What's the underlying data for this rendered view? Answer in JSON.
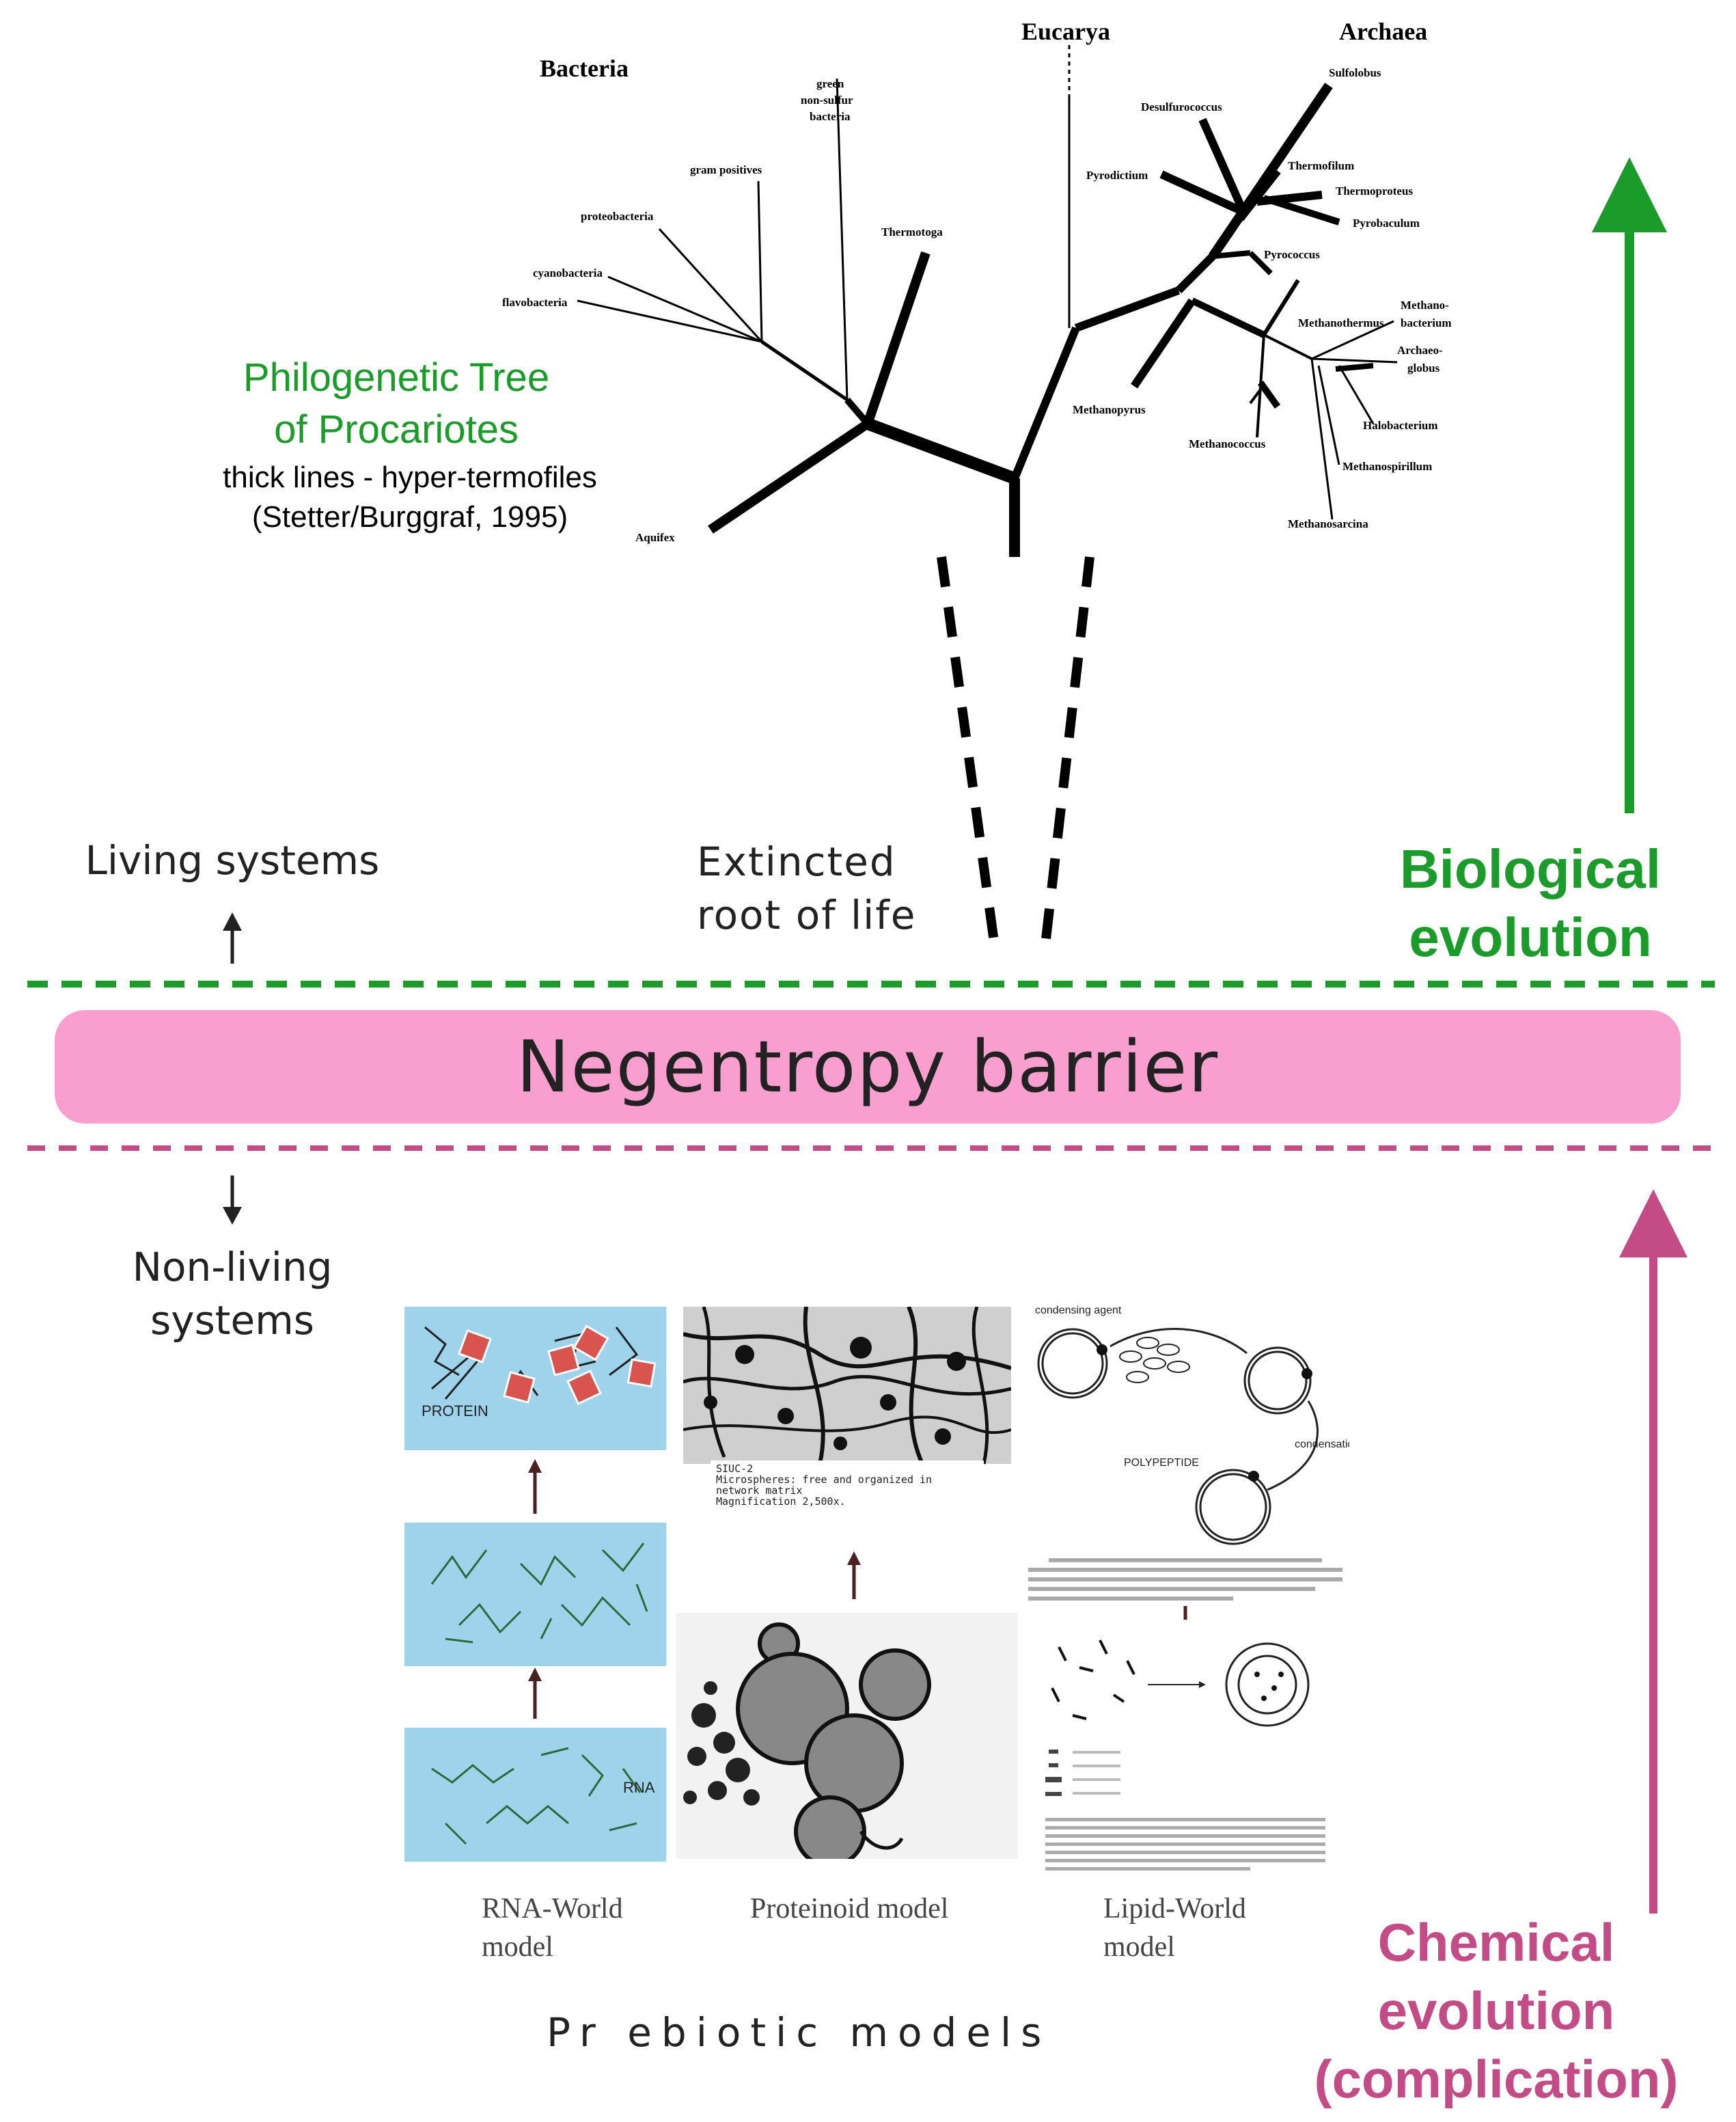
{
  "tree": {
    "title_line1": "Philogenetic Tree",
    "title_line2": "of  Procariotes",
    "note_line1": "thick lines - hyper-termofiles",
    "note_line2": "(Stetter/Burggraf, 1995)",
    "domains": {
      "bacteria": "Bacteria",
      "eucarya": "Eucarya",
      "archaea": "Archaea"
    },
    "labels": {
      "aquifex": "Aquifex",
      "flavobacteria": "flavobacteria",
      "cyanobacteria": "cyanobacteria",
      "proteobacteria": "proteobacteria",
      "gram_positives": "gram positives",
      "green_nonsulfur_l1": "green",
      "green_nonsulfur_l2": "non-sulfur",
      "green_nonsulfur_l3": "bacteria",
      "thermotoga": "Thermotoga",
      "sulfolobus": "Sulfolobus",
      "desulfurococcus": "Desulfurococcus",
      "pyrodictium": "Pyrodictium",
      "thermofilum": "Thermofilum",
      "thermoproteus": "Thermoproteus",
      "pyrobaculum": "Pyrobaculum",
      "pyrococcus": "Pyrococcus",
      "methanothermus": "Methanothermus",
      "methanobacterium_l1": "Methano-",
      "methanobacterium_l2": "bacterium",
      "archaeoglobus_l1": "Archaeo-",
      "archaeoglobus_l2": "globus",
      "methanopyrus": "Methanopyrus",
      "methanococcus": "Methanococcus",
      "halobacterium": "Halobacterium",
      "methanospirillum": "Methanospirillum",
      "methanosarcina": "Methanosarcina"
    }
  },
  "extincted_line1": "Extincted",
  "extincted_line2": "root of life",
  "living_systems": "Living systems",
  "nonliving_line1": "Non-living",
  "nonliving_line2": "systems",
  "biological_line1": "Biological",
  "biological_line2": "evolution",
  "barrier": "Negentropy barrier",
  "chemical_line1": "Chemical",
  "chemical_line2": "evolution",
  "chemical_line3": "(complication)",
  "models": {
    "rna_l1": "RNA-World",
    "rna_l2": "model",
    "proteinoid": "Proteinoid model",
    "lipid_l1": "Lipid-World",
    "lipid_l2": "model",
    "protein_label": "PROTEIN",
    "rna_label": "RNA",
    "photo_caption_l1": "SIUC-2",
    "photo_caption_l2": "Microspheres: free and organized in",
    "photo_caption_l3": "network matrix",
    "photo_caption_l4": "Magnification 2,500x.",
    "condensing_agent": "condensing agent",
    "polypeptide": "POLYPEPTIDE",
    "condensation": "condensation"
  },
  "prebiotic": "Pr ebiotic  models",
  "colors": {
    "green": "#1a9b2a",
    "magenta": "#c44c86",
    "barrier": "#f89fcf",
    "panel_blue": "#9fd3ec"
  }
}
